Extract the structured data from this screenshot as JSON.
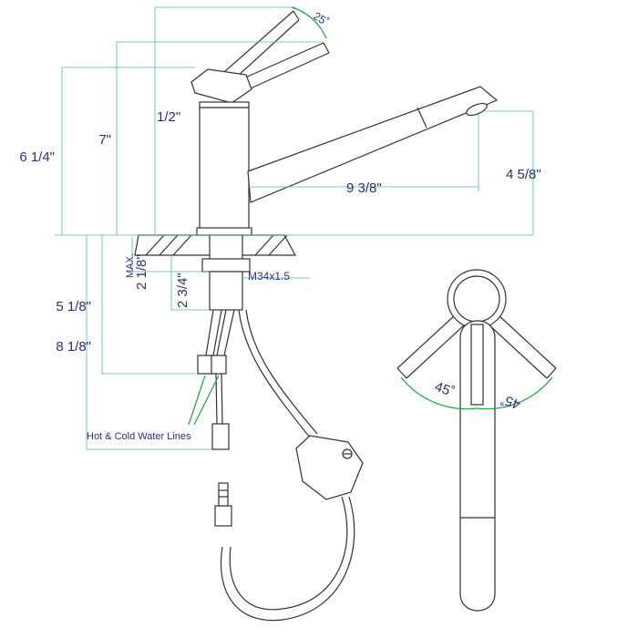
{
  "dimensions": {
    "lever_angle": "25˚",
    "height_7": "7\"",
    "height_6_1_4": "6 1/4\"",
    "half_inch": "1/2\"",
    "spout_reach": "9 3/8\"",
    "spout_height": "4 5/8\"",
    "max_label": "MAX.",
    "deck_thickness": "2 1/8\"",
    "shank_length": "2 3/4\"",
    "thread": "M34x1.5",
    "below_5_1_8": "5 1/8\"",
    "below_8_1_8": "8 1/8\"",
    "rotation_left": "45˚",
    "rotation_right": "45˚"
  },
  "labels": {
    "water_lines": "Hot & Cold Water Lines"
  },
  "colors": {
    "dimension_text": "#2a2f7a",
    "extension_lines": "#4fb6b0",
    "angle_arcs": "#1aa83a",
    "part_outline": "#333333"
  }
}
